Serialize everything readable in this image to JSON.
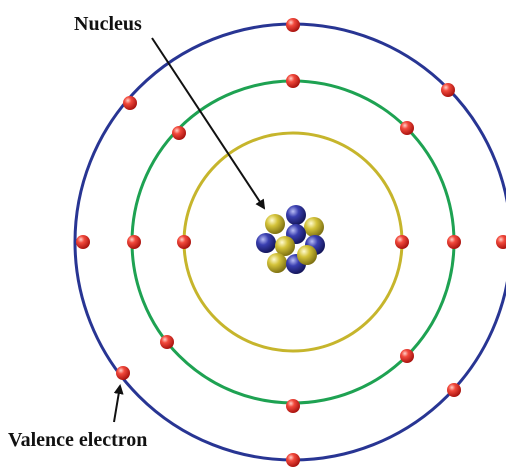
{
  "labels": {
    "nucleus": "Nucleus",
    "valence": "Valence electron"
  },
  "colors": {
    "outer_shell": "#283593",
    "middle_shell": "#1ea252",
    "inner_shell": "#c6b52c",
    "electron": "#e53935",
    "proton": "#c6b72b",
    "neutron": "#2e3192",
    "arrow": "#111111"
  },
  "shells": [
    {
      "name": "inner-shell",
      "electrons": 2
    },
    {
      "name": "middle-shell",
      "electrons": 8
    },
    {
      "name": "outer-shell",
      "electrons": 8
    }
  ],
  "nucleus_particles": {
    "protons": 5,
    "neutrons": 5
  }
}
